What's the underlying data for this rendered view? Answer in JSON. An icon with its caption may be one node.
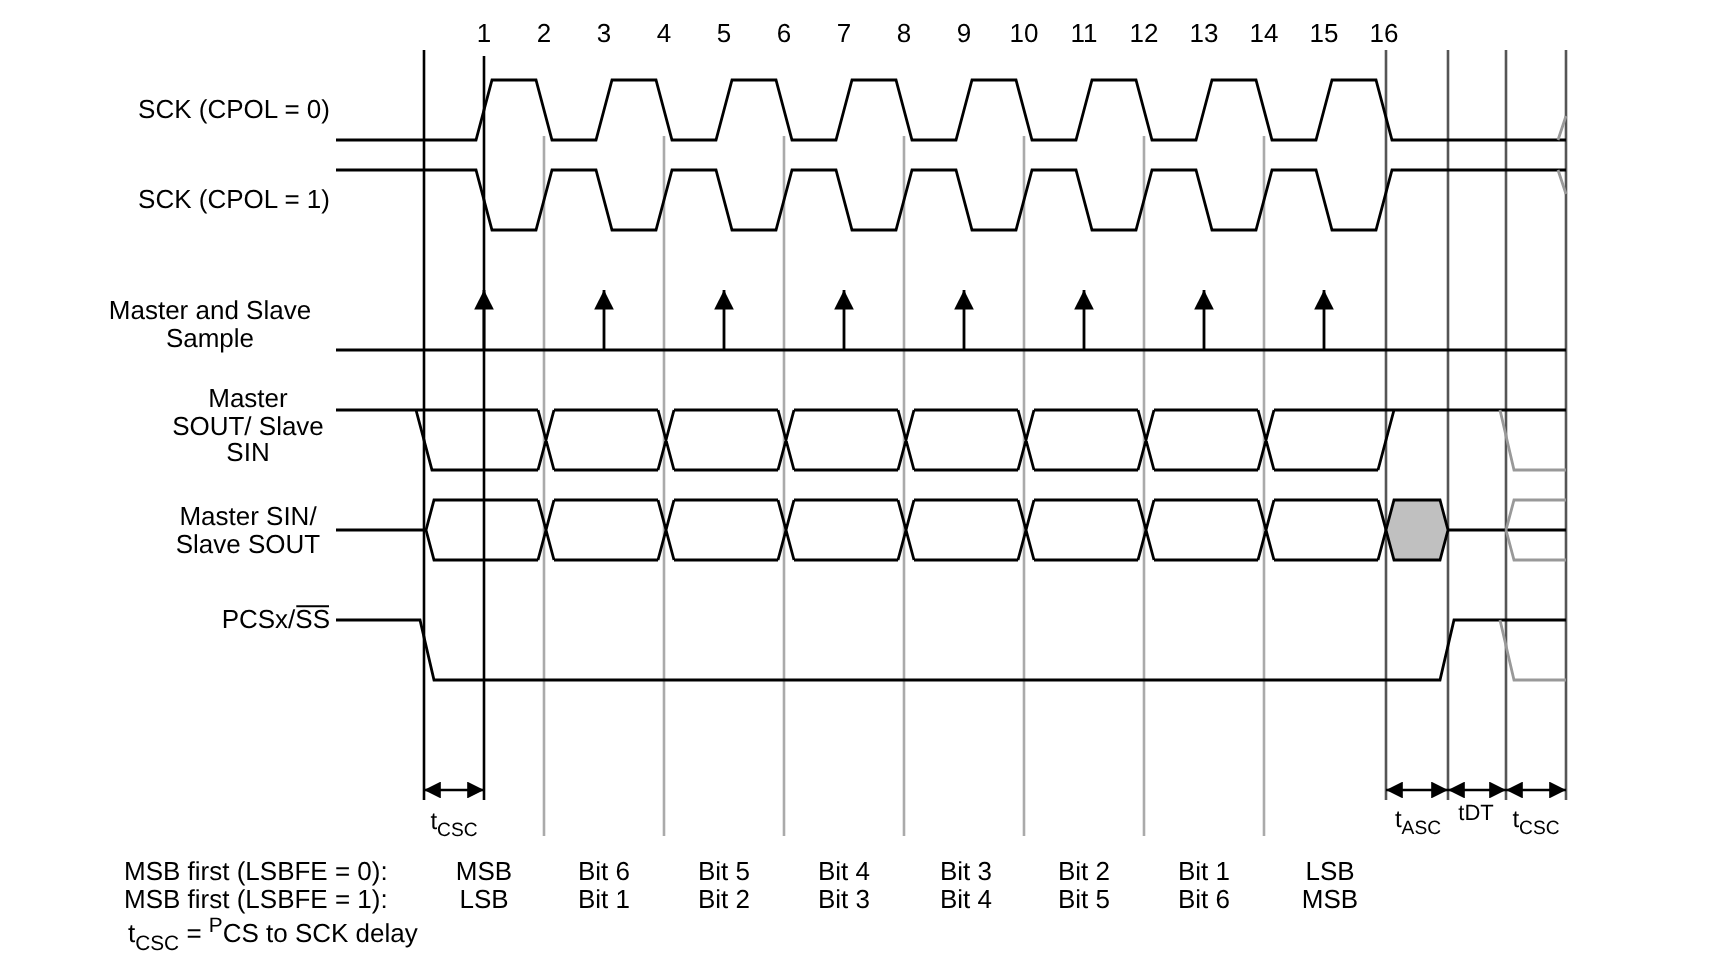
{
  "diagram": {
    "labels": [
      "1",
      "2",
      "3",
      "4",
      "5",
      "6",
      "7",
      "8",
      "9",
      "10",
      "11",
      "12",
      "13",
      "14",
      "15",
      "16",
      "SCK (CPOL = 0)",
      "SCK (CPOL = 1)",
      "Master and Slave Sample",
      "Master SOUT/ Slave SIN",
      "Master SIN/ Slave SOUT",
      "PCSx/SS",
      "t$_{CSC}$",
      "t$_{ASC}$",
      "tDT",
      "t$_{CSC}$",
      "MSB first (LSBFE = 0):",
      "MSB",
      "Bit 6",
      "Bit 5",
      "Bit 4",
      "Bit 3",
      "Bit 2",
      "Bit 1",
      "LSB",
      "MSB first (LSBFE = 1):",
      "LSB",
      "Bit 1",
      "Bit 2",
      "Bit 3",
      "Bit 4",
      "Bit 5",
      "Bit 6",
      "MSB",
      "t$_{CSC}$ = $^{P}$CS to SCK delay"
    ]
  }
}
